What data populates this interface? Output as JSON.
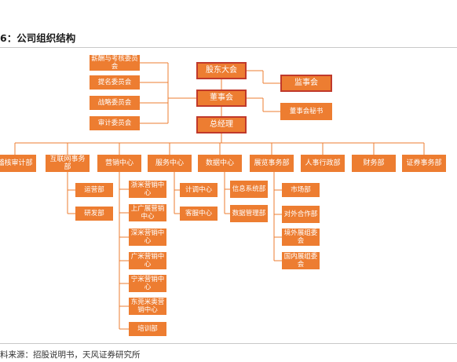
{
  "title": "6：公司组织结构",
  "source": "料来源：招股说明书，天风证券研究所",
  "colors": {
    "box": "#ed7d31",
    "key_border": "#c0392b",
    "line": "#ed7d31"
  },
  "nodes": {
    "shareholders": "股东大会",
    "supervisors": "监事会",
    "board": "董事会",
    "board_secretary": "董事会秘书",
    "gm": "总经理",
    "committees": [
      "薪酬与考核委员会",
      "提名委员会",
      "战略委员会",
      "审计委员会"
    ],
    "departments": [
      "稽核审计部",
      "互联网事务部",
      "营销中心",
      "服务中心",
      "数据中心",
      "展览事务部",
      "人事行政部",
      "财务部",
      "证券事务部"
    ],
    "internet_sub": [
      "运营部",
      "研发部"
    ],
    "marketing_sub": [
      "浙米营销中心",
      "上广展营销中心",
      "深米营销中心",
      "广米营销中心",
      "宁米营销中心",
      "东莞米奥营销中心",
      "培训部"
    ],
    "service_sub": [
      "计调中心",
      "客服中心"
    ],
    "data_sub": [
      "信息系统部",
      "数据管理部"
    ],
    "exhibition_sub": [
      "市场部",
      "对外合作部",
      "境外展组委会",
      "国内展组委会"
    ]
  }
}
